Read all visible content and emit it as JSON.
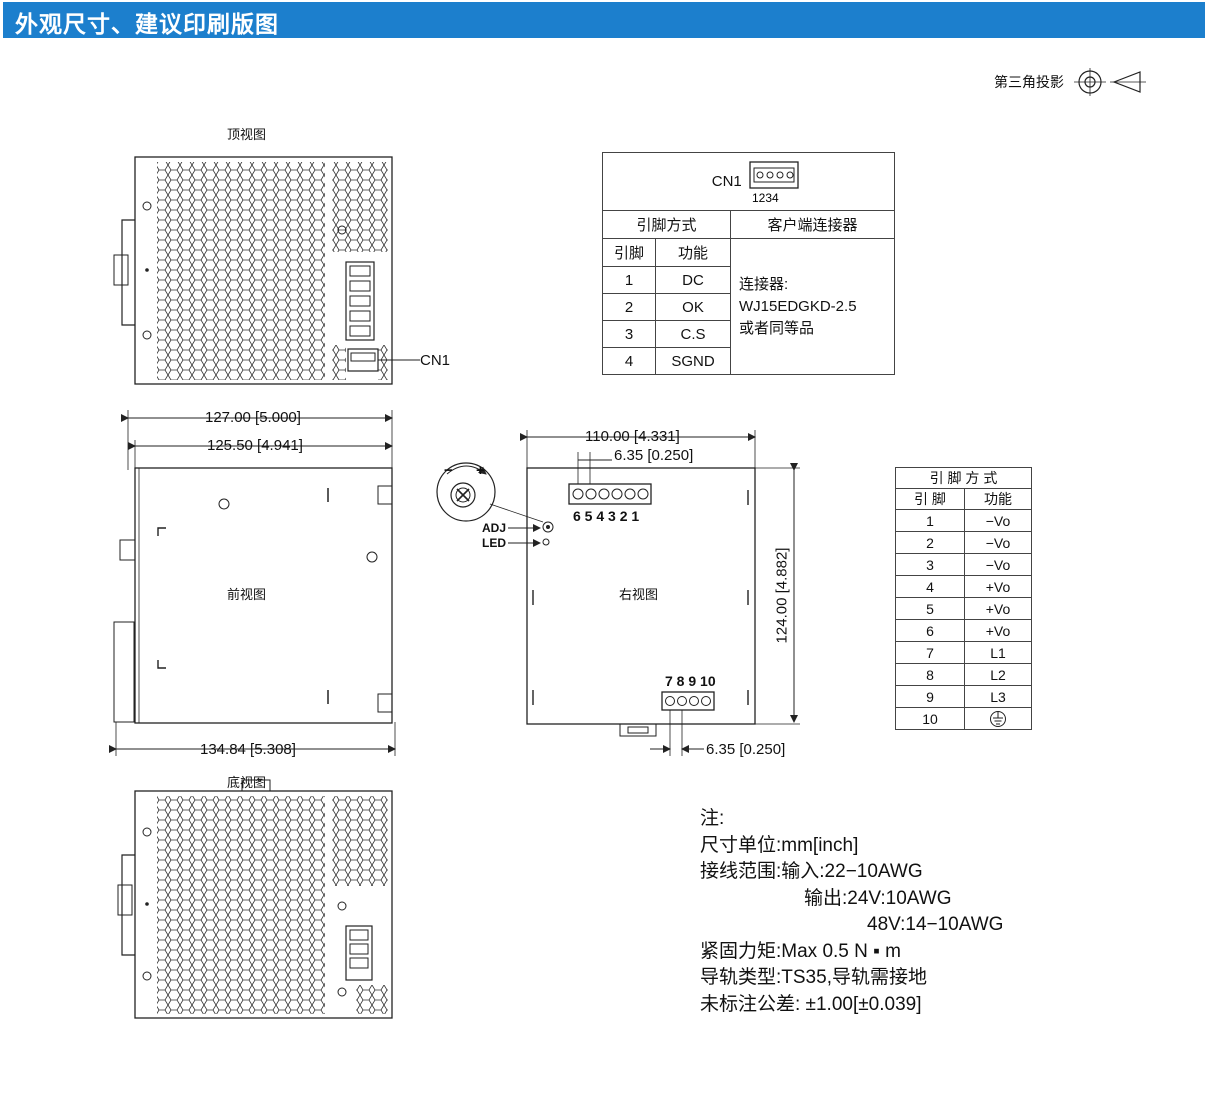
{
  "header": {
    "title": "外观尺寸、建议印刷版图"
  },
  "projection": {
    "label": "第三角投影"
  },
  "views": {
    "top": "顶视图",
    "front": "前视图",
    "right": "右视图",
    "bottom": "底视图"
  },
  "cn1_callout": "CN1",
  "adj_label": "ADJ",
  "led_label": "LED",
  "pot_minus": "−",
  "pot_plus": "+",
  "terminal_top_numbers": "6 5 4 3 2 1",
  "terminal_bottom_numbers": "7 8 9 10",
  "dimensions": {
    "width_outer": "127.00 [5.000]",
    "width_inner": "125.50 [4.941]",
    "width_bottom": "134.84 [5.308]",
    "depth": "110.00 [4.331]",
    "pitch_top": "6.35 [0.250]",
    "pitch_bottom": "6.35 [0.250]",
    "height": "124.00 [4.882]"
  },
  "cn1_table": {
    "name": "CN1",
    "pin_nums": "1234",
    "col_pin_method": "引脚方式",
    "col_connector": "客户端连接器",
    "col_pin": "引脚",
    "col_function": "功能",
    "rows": [
      {
        "pin": "1",
        "func": "DC"
      },
      {
        "pin": "2",
        "func": "OK"
      },
      {
        "pin": "3",
        "func": "C.S"
      },
      {
        "pin": "4",
        "func": "SGND"
      }
    ],
    "connector_line1": "连接器:",
    "connector_line2": "WJ15EDGKD-2.5",
    "connector_line3": "或者同等品"
  },
  "pin_table": {
    "title": "引 脚 方 式",
    "col_pin": "引 脚",
    "col_function": "功能",
    "rows": [
      {
        "pin": "1",
        "func": "−Vo"
      },
      {
        "pin": "2",
        "func": "−Vo"
      },
      {
        "pin": "3",
        "func": "−Vo"
      },
      {
        "pin": "4",
        "func": "+Vo"
      },
      {
        "pin": "5",
        "func": "+Vo"
      },
      {
        "pin": "6",
        "func": "+Vo"
      },
      {
        "pin": "7",
        "func": "L1"
      },
      {
        "pin": "8",
        "func": "L2"
      },
      {
        "pin": "9",
        "func": "L3"
      },
      {
        "pin": "10",
        "func": ""
      }
    ]
  },
  "notes": {
    "title": "注:",
    "unit": "尺寸单位:mm[inch]",
    "wire_input": "接线范围:输入:22−10AWG",
    "wire_output_24": "输出:24V:10AWG",
    "wire_output_48": "48V:14−10AWG",
    "torque": "紧固力矩:Max 0.5 N ▪ m",
    "rail": "导轨类型:TS35,导轨需接地",
    "tolerance": "未标注公差: ±1.00[±0.039]"
  }
}
